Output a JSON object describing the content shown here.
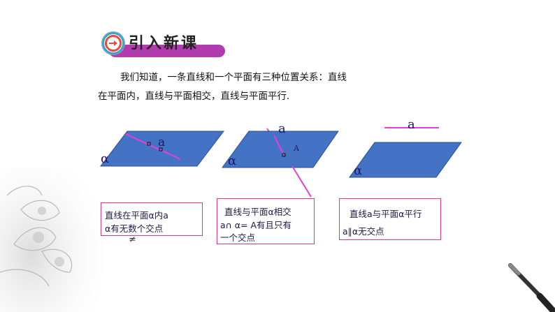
{
  "title": {
    "text": "引入新课"
  },
  "intro": {
    "line1": "我们知道，一条直线和一个平面有三种位置关系：直线",
    "line2": "在平面内，直线与平面相交，直线与平面平行."
  },
  "figures": [
    {
      "line_label": "a",
      "plane_label": "α"
    },
    {
      "line_label": "a",
      "plane_label": "α",
      "point_label": "A"
    },
    {
      "line_label": "a",
      "plane_label": "α"
    }
  ],
  "boxes": [
    {
      "line1": "直线在平面α内a",
      "line2": "α有无数个交点"
    },
    {
      "line1": "直线与平面α相交",
      "line2": "a∩  α= A有且只有",
      "line3": "一个交点"
    },
    {
      "line1": "直线a与平面α平行",
      "line2": "a∥α无交点"
    }
  ],
  "stray_symbol": "≠",
  "colors": {
    "plane": "#4472c4",
    "line": "#e63fd6",
    "banner": "#b23bb0",
    "box_border": "#e4357a"
  }
}
